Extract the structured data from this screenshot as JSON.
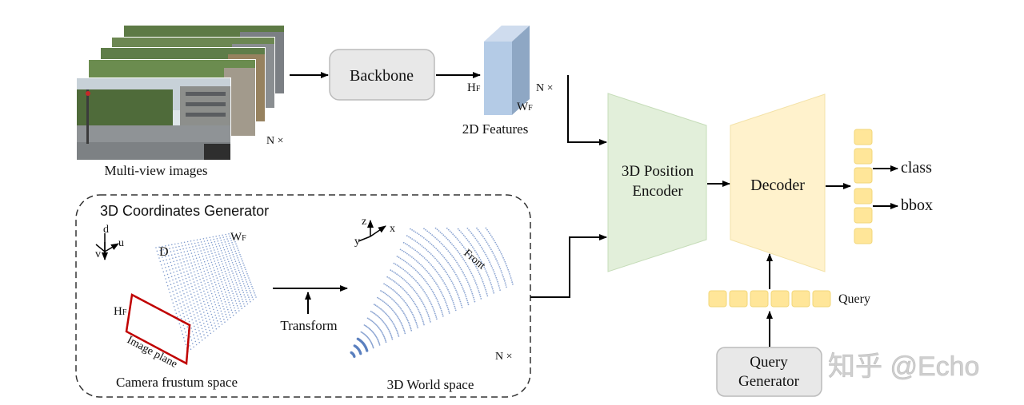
{
  "pipeline": {
    "multiview_label": "Multi-view images",
    "multiview_count": "N ×",
    "backbone_label": "Backbone",
    "features": {
      "label": "2D Features",
      "h_main": "H",
      "h_sub": "F",
      "w_main": "W",
      "w_sub": "F",
      "count": "N ×"
    },
    "encoder_line1": "3D Position",
    "encoder_line2": "Encoder",
    "decoder_label": "Decoder",
    "outputs": {
      "class_label": "class",
      "bbox_label": "bbox"
    },
    "query_label": "Query",
    "query_generator_line1": "Query",
    "query_generator_line2": "Generator"
  },
  "coords_generator": {
    "title": "3D Coordinates Generator",
    "frustum": {
      "axis_d": "d",
      "axis_u": "u",
      "axis_v": "v",
      "depth_label": "D",
      "w_main": "W",
      "w_sub": "F",
      "h_main": "H",
      "h_sub": "F",
      "image_plane_label": "Image plane",
      "space_label": "Camera frustum space"
    },
    "transform_label": "Transform",
    "world": {
      "axis_z": "z",
      "axis_x": "x",
      "axis_y": "y",
      "front_label": "Front",
      "count": "N ×",
      "space_label": "3D World space"
    }
  },
  "watermark": "知乎 @Echo",
  "colors": {
    "encoder_fill": "#e2efda",
    "decoder_fill": "#fff2cc",
    "token_fill": "#ffe699",
    "feature_fill": "#b4cbe6",
    "box_fill": "#e8e8e8",
    "image_plane": "#c00000",
    "points": "#5b7fbf"
  }
}
